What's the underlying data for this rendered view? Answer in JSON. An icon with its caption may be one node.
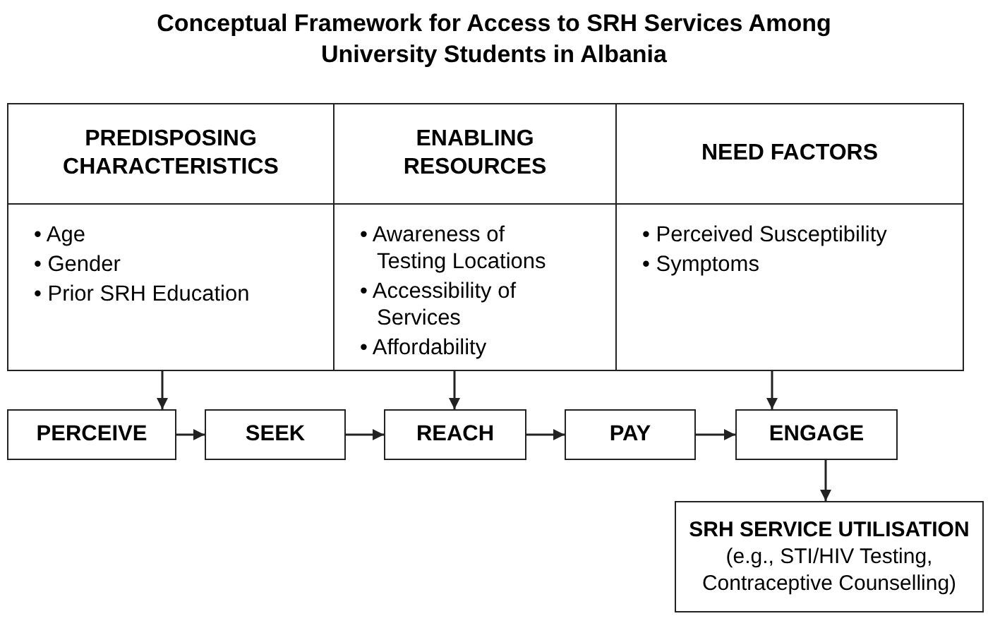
{
  "diagram": {
    "title": "Conceptual Framework for Access to SRH Services Among University Students in Albania",
    "nodes": [
      {
        "text": [
          "PREDISPOSING CHARACTERISTICS",
          "• Age",
          "• Gender",
          "• Prior SRH Education"
        ]
      },
      {
        "text": [
          "ENABLING RESOURCES",
          "• Awareness of Testing Locations",
          "• Accessibility of Services",
          "• Affordability"
        ]
      },
      {
        "text": [
          "NEED FACTORS",
          "• Perceived Susceptibility",
          "• Symptoms"
        ]
      },
      {
        "text": [
          "PERCEIVE"
        ]
      },
      {
        "text": [
          "SEEK"
        ]
      },
      {
        "text": [
          "REACH"
        ]
      },
      {
        "text": [
          "PAY"
        ]
      },
      {
        "text": [
          "ENGAGE"
        ]
      },
      {
        "text": [
          "SRH SERVICE UTILISATION",
          "(e.g., STI/HIV Testing, Contraceptive Counselling)"
        ]
      }
    ],
    "edges": [
      {
        "from": 0,
        "to": 3,
        "arrow": "to"
      },
      {
        "from": 1,
        "to": 5,
        "arrow": "to"
      },
      {
        "from": 2,
        "to": 7,
        "arrow": "to"
      },
      {
        "from": 3,
        "to": 4,
        "arrow": "to"
      },
      {
        "from": 4,
        "to": 5,
        "arrow": "to"
      },
      {
        "from": 5,
        "to": 6,
        "arrow": "to"
      },
      {
        "from": 6,
        "to": 7,
        "arrow": "to"
      },
      {
        "from": 7,
        "to": 8,
        "arrow": "to"
      }
    ]
  }
}
